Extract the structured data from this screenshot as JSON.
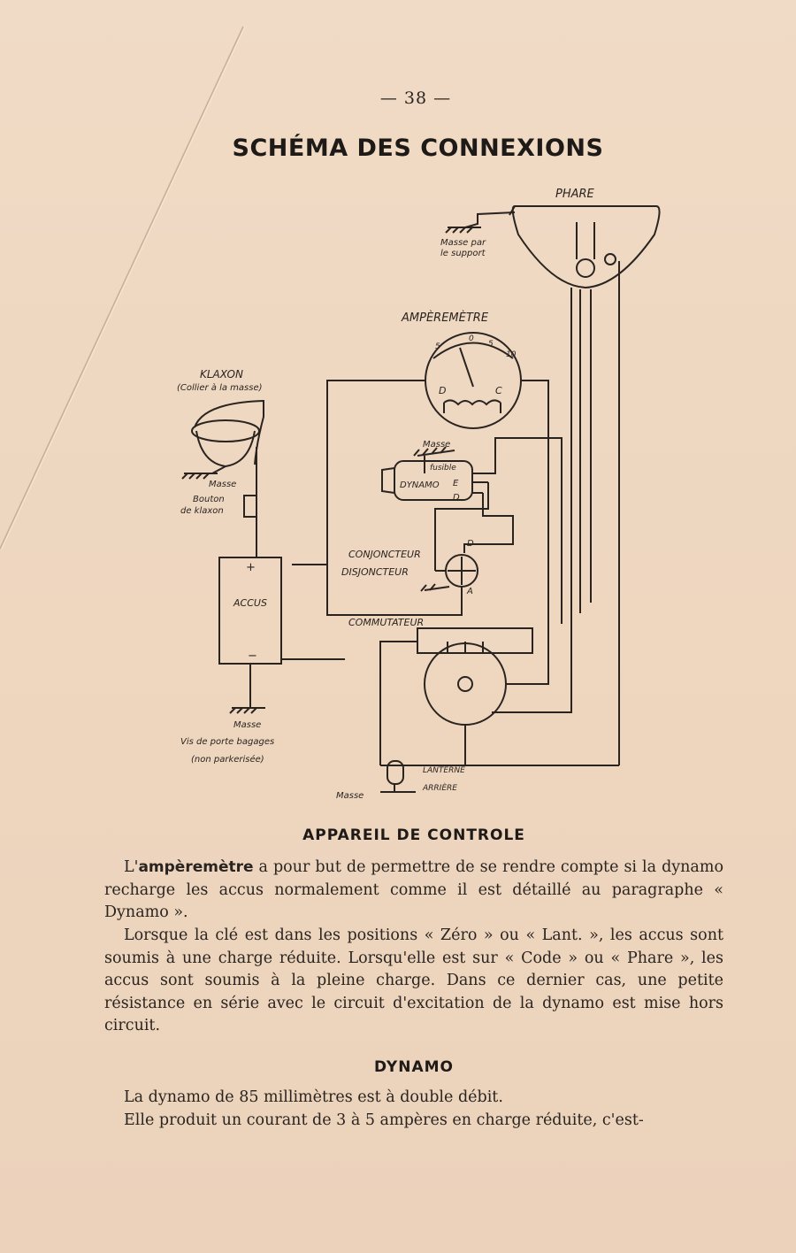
{
  "page": {
    "number": "— 38 —",
    "title": "SCHÉMA DES CONNEXIONS"
  },
  "diagram": {
    "labels": {
      "phare": "PHARE",
      "masse_support_1": "Masse par",
      "masse_support_2": "le support",
      "amperemetre": "AMPÈREMÈTRE",
      "klaxon": "KLAXON",
      "klaxon_note": "(Collier à la masse)",
      "masse_klaxon": "Masse",
      "bouton_1": "Bouton",
      "bouton_2": "de klaxon",
      "masse_dynamo": "Masse",
      "fusible": "fusible",
      "dynamo": "DYNAMO",
      "term_e": "E",
      "term_d": "D",
      "conjoncteur": "CONJONCTEUR",
      "disjoncteur": "DISJONCTEUR",
      "term_d2": "D",
      "term_a": "A",
      "accus": "ACCUS",
      "plus": "+",
      "minus": "−",
      "commutateur": "COMMUTATEUR",
      "masse_accus": "Masse",
      "vis_1": "Vis de porte bagages",
      "vis_2": "(non parkerisée)",
      "lanterne_1": "LANTERNE",
      "lanterne_2": "ARRIÈRE",
      "masse_lanterne": "Masse",
      "amp_d": "D",
      "amp_c": "C",
      "scale": [
        "5",
        "0",
        "5",
        "10"
      ]
    }
  },
  "sections": {
    "controle_heading": "APPAREIL DE CONTROLE",
    "controle_p1_prefix": "L'",
    "controle_p1_bold": "ampèremètre",
    "controle_p1_rest": " a pour but de permettre de se rendre compte si la dynamo recharge les accus normalement comme il est détaillé au paragraphe « Dynamo ».",
    "controle_p2": "Lorsque la clé est dans les positions « Zéro » ou « Lant. », les accus sont soumis à une charge réduite. Lorsqu'elle est sur « Code » ou « Phare », les accus sont soumis à la pleine charge. Dans ce dernier cas, une petite résistance en série avec le circuit d'excitation de la dynamo est mise hors circuit.",
    "dynamo_heading": "DYNAMO",
    "dynamo_p1": "La dynamo de 85 millimètres est à double débit.",
    "dynamo_p2": "Elle produit un courant de 3 à 5 ampères en charge réduite, c'est-"
  },
  "colors": {
    "paper": "#efd8c2",
    "ink": "#2a2420"
  }
}
